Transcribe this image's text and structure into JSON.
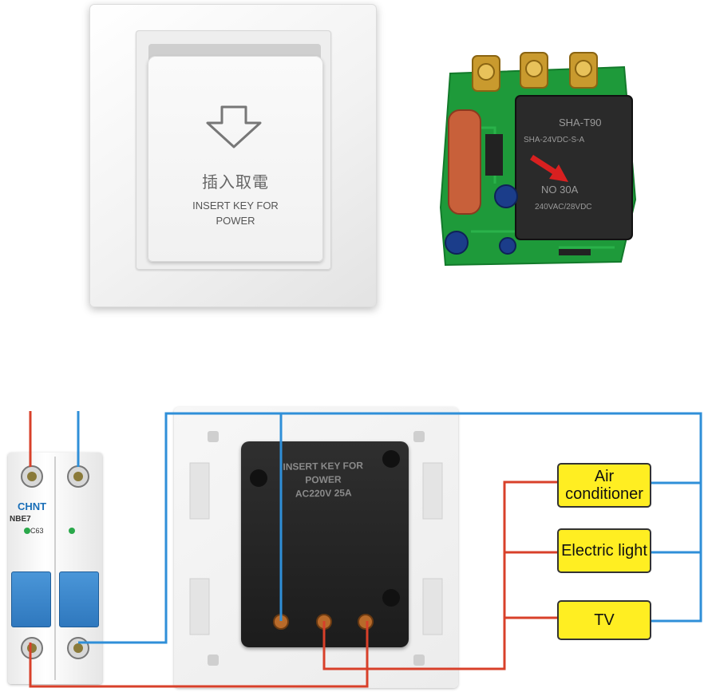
{
  "key_switch": {
    "chinese_label": "插入取電",
    "english_label_line1": "INSERT KEY FOR",
    "english_label_line2": "POWER"
  },
  "relay_pcb": {
    "relay_model": "SHA-T90",
    "relay_coil": "SHA-24VDC-S-A",
    "contact_rating": "NO 30A",
    "voltage_rating": "240VAC/28VDC"
  },
  "breaker": {
    "brand": "CHNT",
    "model": "NBE7",
    "rating": "C63"
  },
  "module": {
    "line1": "INSERT KEY FOR",
    "line2": "POWER",
    "line3": "AC220V 25A"
  },
  "loads": {
    "air_conditioner": "Air conditioner",
    "electric_light": "Electric light",
    "tv": "TV"
  },
  "colors": {
    "live_wire": "#d8402a",
    "neutral_wire": "#2f8fd8",
    "load_fill": "#ffee22",
    "pcb_green": "#1e9a3a"
  }
}
